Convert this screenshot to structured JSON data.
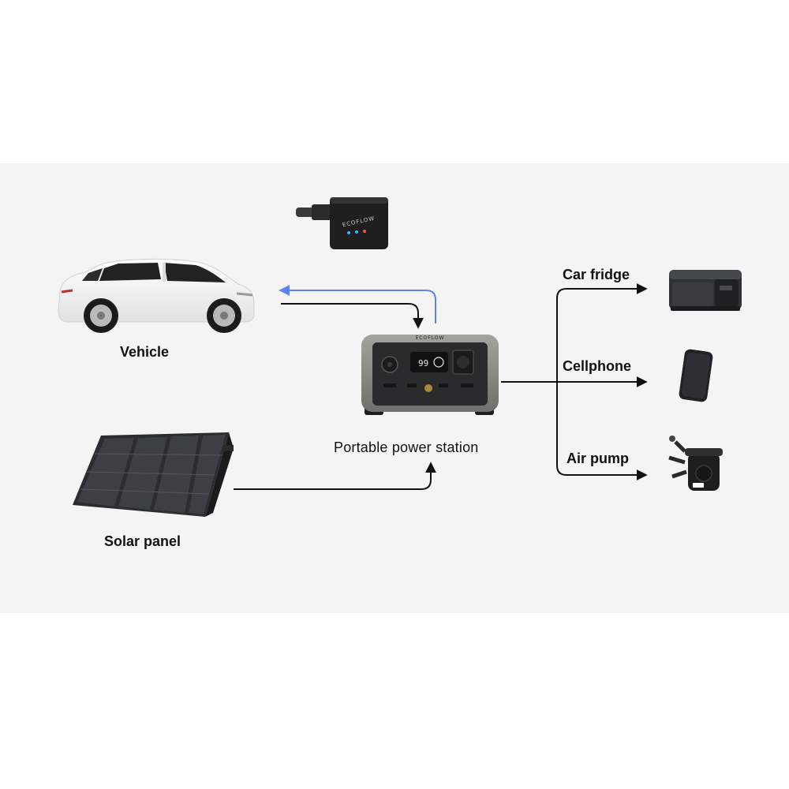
{
  "nodes": {
    "vehicle": {
      "label": "Vehicle"
    },
    "solar_panel": {
      "label": "Solar panel"
    },
    "power_station": {
      "label": "Portable power station",
      "brand": "ECOFLOW",
      "display": "99"
    },
    "car_charger": {
      "brand": "ECOFLOW"
    },
    "car_fridge": {
      "label": "Car fridge"
    },
    "cellphone": {
      "label": "Cellphone"
    },
    "air_pump": {
      "label": "Air pump"
    }
  },
  "colors": {
    "background": "#ffffff",
    "panel": "#f4f4f4",
    "arrow_dark": "#111111",
    "arrow_blue": "#5b84f0",
    "device_dark": "#2b2b2b",
    "device_grey": "#8d8f8a",
    "text": "#111111"
  },
  "icons": [
    "car-icon",
    "solar-panel-icon",
    "car-charger-icon",
    "power-station-icon",
    "car-fridge-icon",
    "cellphone-icon",
    "air-pump-icon"
  ]
}
